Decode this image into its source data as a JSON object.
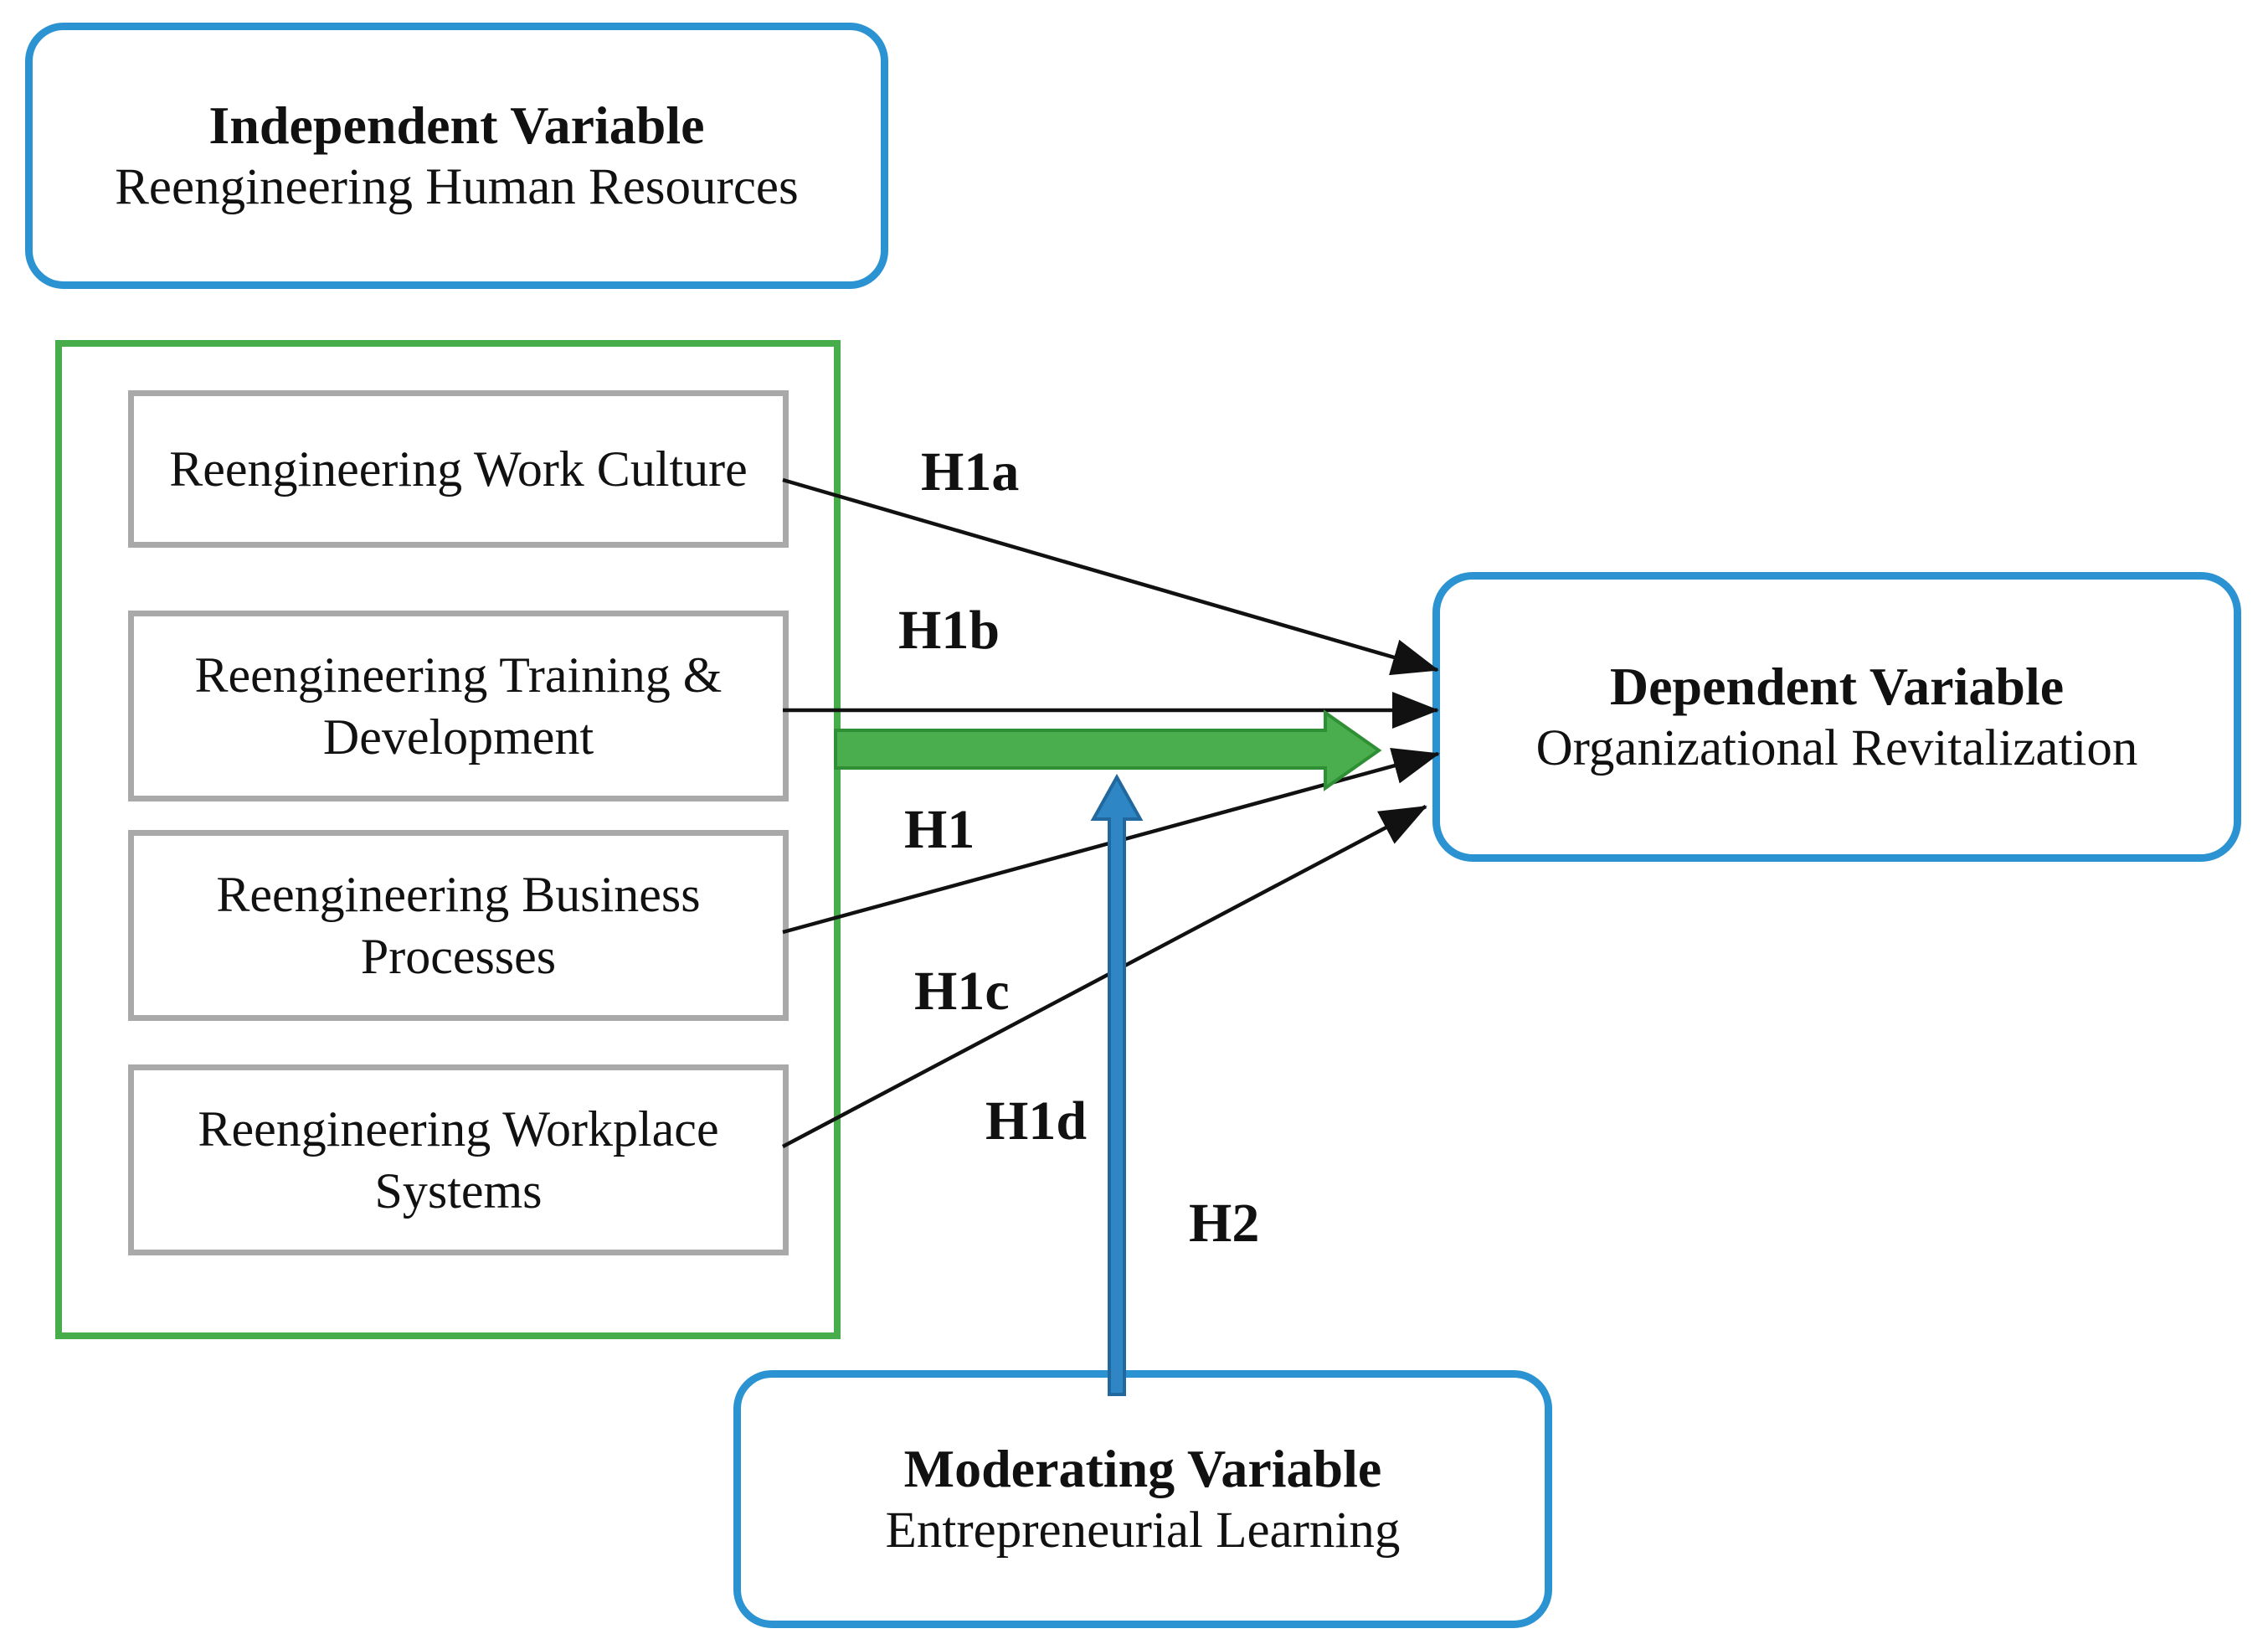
{
  "boxes": {
    "independent": {
      "heading": "Independent Variable",
      "label": "Reengineering Human Resources"
    },
    "dependent": {
      "heading": "Dependent Variable",
      "label": "Organizational Revitalization"
    },
    "moderating": {
      "heading": "Moderating Variable",
      "label": "Entrepreneurial Learning"
    }
  },
  "components": [
    "Reengineering Work Culture",
    "Reengineering Training & Development",
    "Reengineering Business Processes",
    "Reengineering Workplace Systems"
  ],
  "hypothesis_labels": {
    "h1a": "H1a",
    "h1b": "H1b",
    "h1": "H1",
    "h1c": "H1c",
    "h1d": "H1d",
    "h2": "H2"
  },
  "colors": {
    "box_border_blue": "#2B93D1",
    "group_border_green": "#46AD4A",
    "component_border_gray": "#A9A9A9",
    "thin_arrow_black": "#111111",
    "arrow_green_fill": "#4BAE4E",
    "arrow_green_stroke": "#2F8F35",
    "arrow_blue_fill": "#2E86C4",
    "arrow_blue_stroke": "#20689D"
  }
}
